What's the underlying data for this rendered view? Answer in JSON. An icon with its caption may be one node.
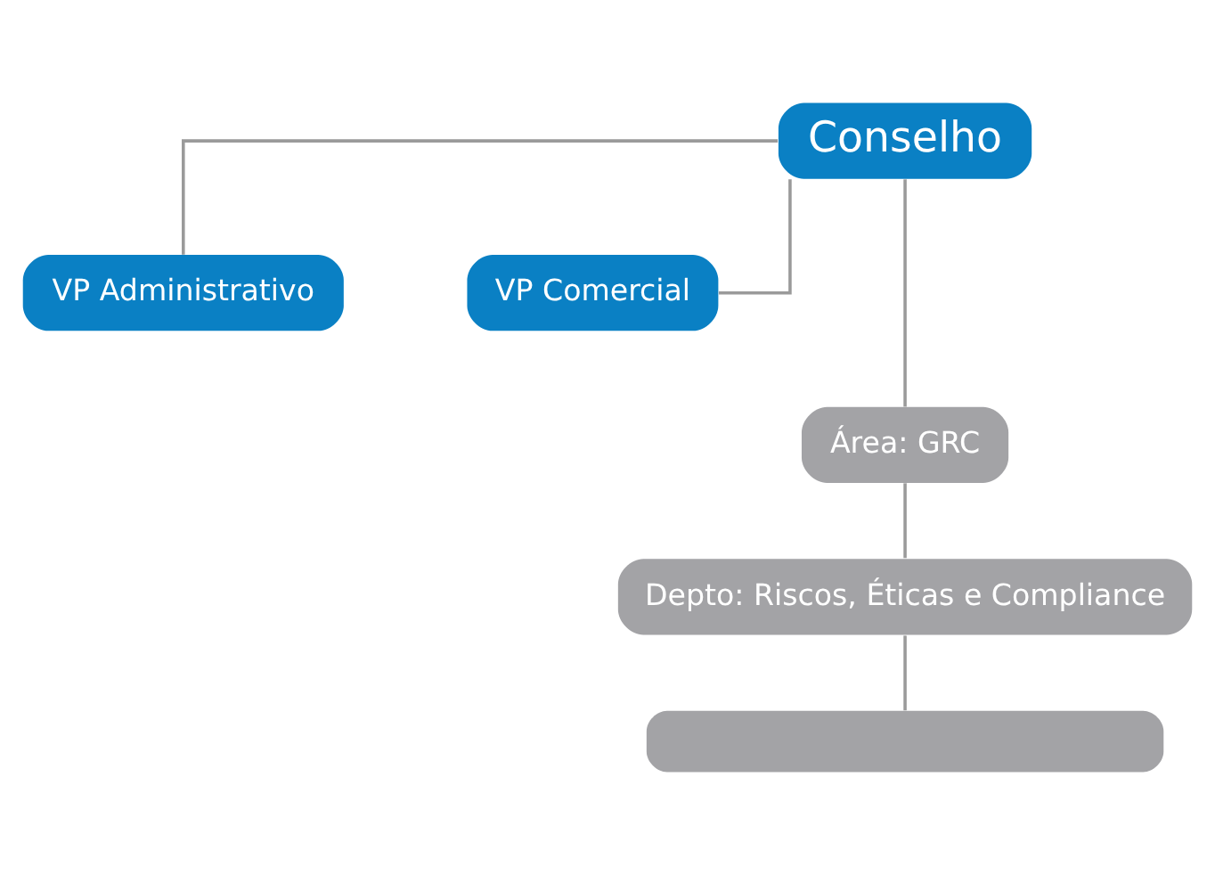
{
  "diagram": {
    "nodes": [
      {
        "text": [
          "Conselho"
        ]
      },
      {
        "text": [
          "VP Administrativo"
        ]
      },
      {
        "text": [
          "VP Comercial"
        ]
      },
      {
        "text": [
          "Área: GRC"
        ]
      },
      {
        "text": [
          "Depto: Riscos, Éticas e Compliance"
        ]
      },
      {
        "text": [],
        "shape": "box"
      }
    ],
    "edges": [
      {
        "from": 0,
        "to": 1,
        "arrow": "none"
      },
      {
        "from": 0,
        "to": 2,
        "arrow": "none"
      },
      {
        "from": 0,
        "to": 3,
        "arrow": "none"
      },
      {
        "from": 3,
        "to": 4,
        "arrow": "none"
      },
      {
        "from": 4,
        "to": 5,
        "arrow": "none"
      }
    ]
  }
}
